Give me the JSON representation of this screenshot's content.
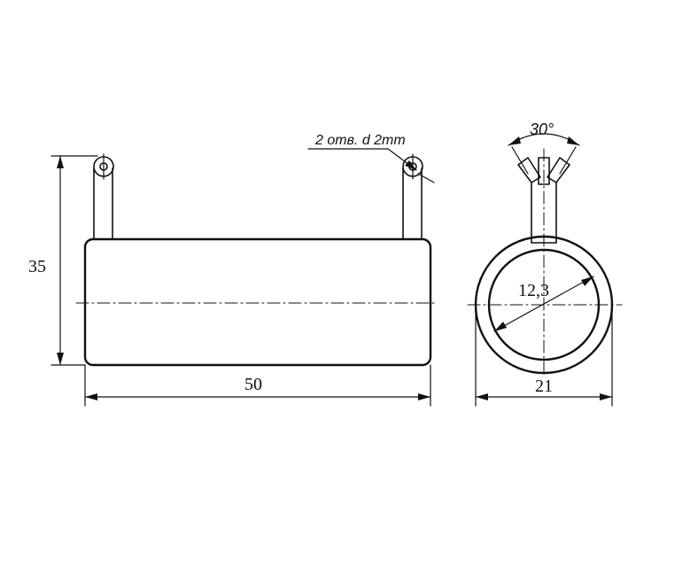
{
  "dimensions": {
    "height": "35",
    "length": "50",
    "diameter_outer": "21",
    "diameter_inner": "12,3",
    "angle": "30°"
  },
  "note": "2 отв. d 2mm"
}
